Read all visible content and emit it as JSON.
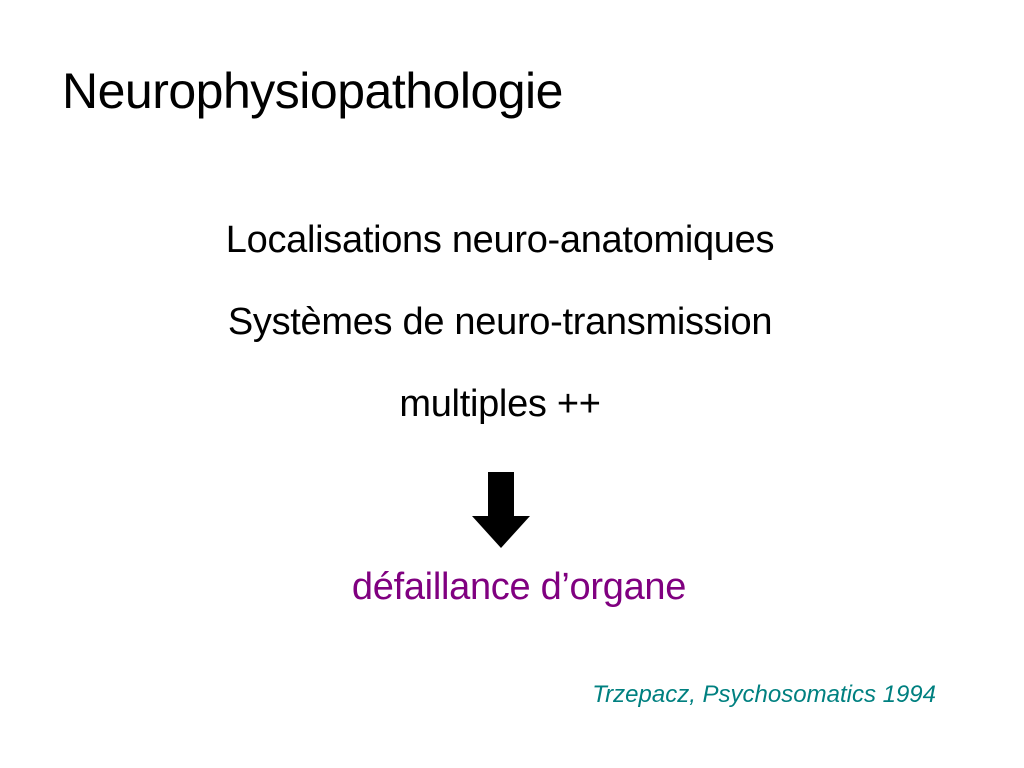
{
  "slide": {
    "title": "Neurophysiopathologie",
    "points": [
      "Localisations neuro-anatomiques",
      "Systèmes de neuro-transmission",
      "multiples ++"
    ],
    "arrow_icon": "down-arrow-icon",
    "result": "défaillance d’organe",
    "citation": "Trzepacz, Psychosomatics 1994",
    "colors": {
      "text": "#000000",
      "result": "#800080",
      "citation": "#008080",
      "background": "#ffffff"
    }
  }
}
